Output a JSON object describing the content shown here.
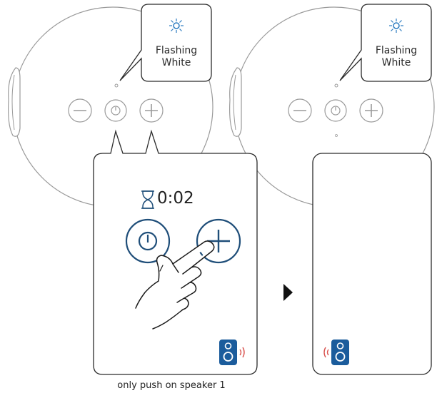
{
  "speaker1": {
    "led_callout": {
      "line1": "Flashing",
      "line2": "White"
    },
    "buttons": [
      "minus-icon",
      "power-icon",
      "plus-icon"
    ],
    "detail_panel": {
      "timer_icon": "hourglass-icon",
      "timer_value": "0:02",
      "buttons": [
        "power-icon",
        "plus-icon"
      ],
      "gesture_icon": "hand-press-icon",
      "status_icon": "speaker-sound-icon"
    },
    "caption": "only push on speaker 1"
  },
  "speaker2": {
    "led_callout": {
      "line1": "Flashing",
      "line2": "White"
    },
    "buttons": [
      "minus-icon",
      "power-icon",
      "plus-icon"
    ],
    "detail_panel": {
      "status_icon": "speaker-sound-icon"
    }
  },
  "step_arrow_icon": "play-arrow-icon",
  "colors": {
    "outline": "#9a9a9a",
    "button_blue": "#1f4e79",
    "speaker_blue": "#1b5c9c",
    "sound_red": "#d9534f",
    "led_blue": "#2b7bc0"
  }
}
